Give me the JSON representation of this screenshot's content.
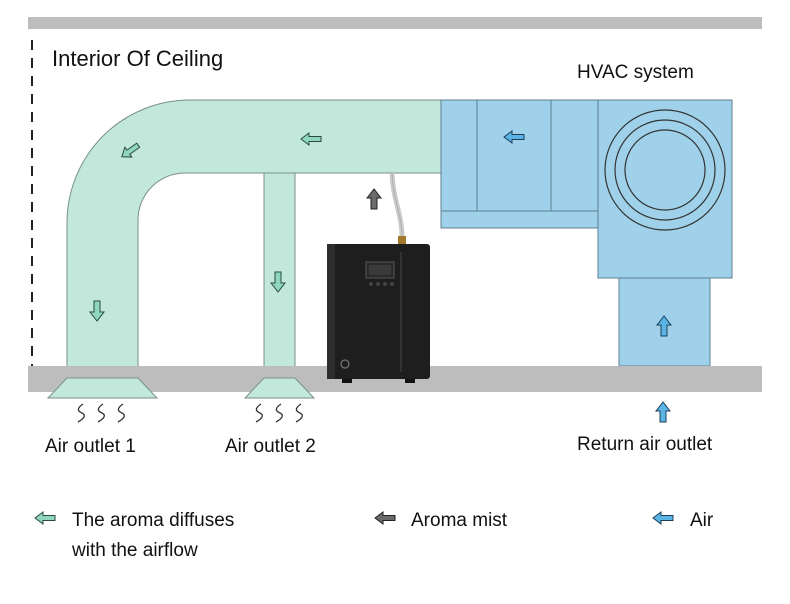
{
  "title": "Interior Of Ceiling",
  "hvac_label": "HVAC system",
  "outlets": {
    "outlet1": "Air outlet 1",
    "outlet2": "Air outlet 2",
    "return": "Return air outlet"
  },
  "legend": {
    "aroma_line1": "The aroma diffuses",
    "aroma_line2": "with the airflow",
    "mist": "Aroma mist",
    "air": "Air"
  },
  "colors": {
    "duct": "#c2e8dc",
    "duct_stroke": "#7a8f88",
    "hvac": "#9fd2ea",
    "hvac_stroke": "#5f7f92",
    "ceiling": "#bdbdbd",
    "aroma_arrow": "#8fd6bf",
    "mist_arrow": "#6b6b6b",
    "air_arrow": "#5ab4e6",
    "diffuser": "#1e1e1e"
  },
  "icons": [
    "aroma-arrow-icon",
    "mist-arrow-icon",
    "air-arrow-icon",
    "wave-icon",
    "fan-icon"
  ]
}
